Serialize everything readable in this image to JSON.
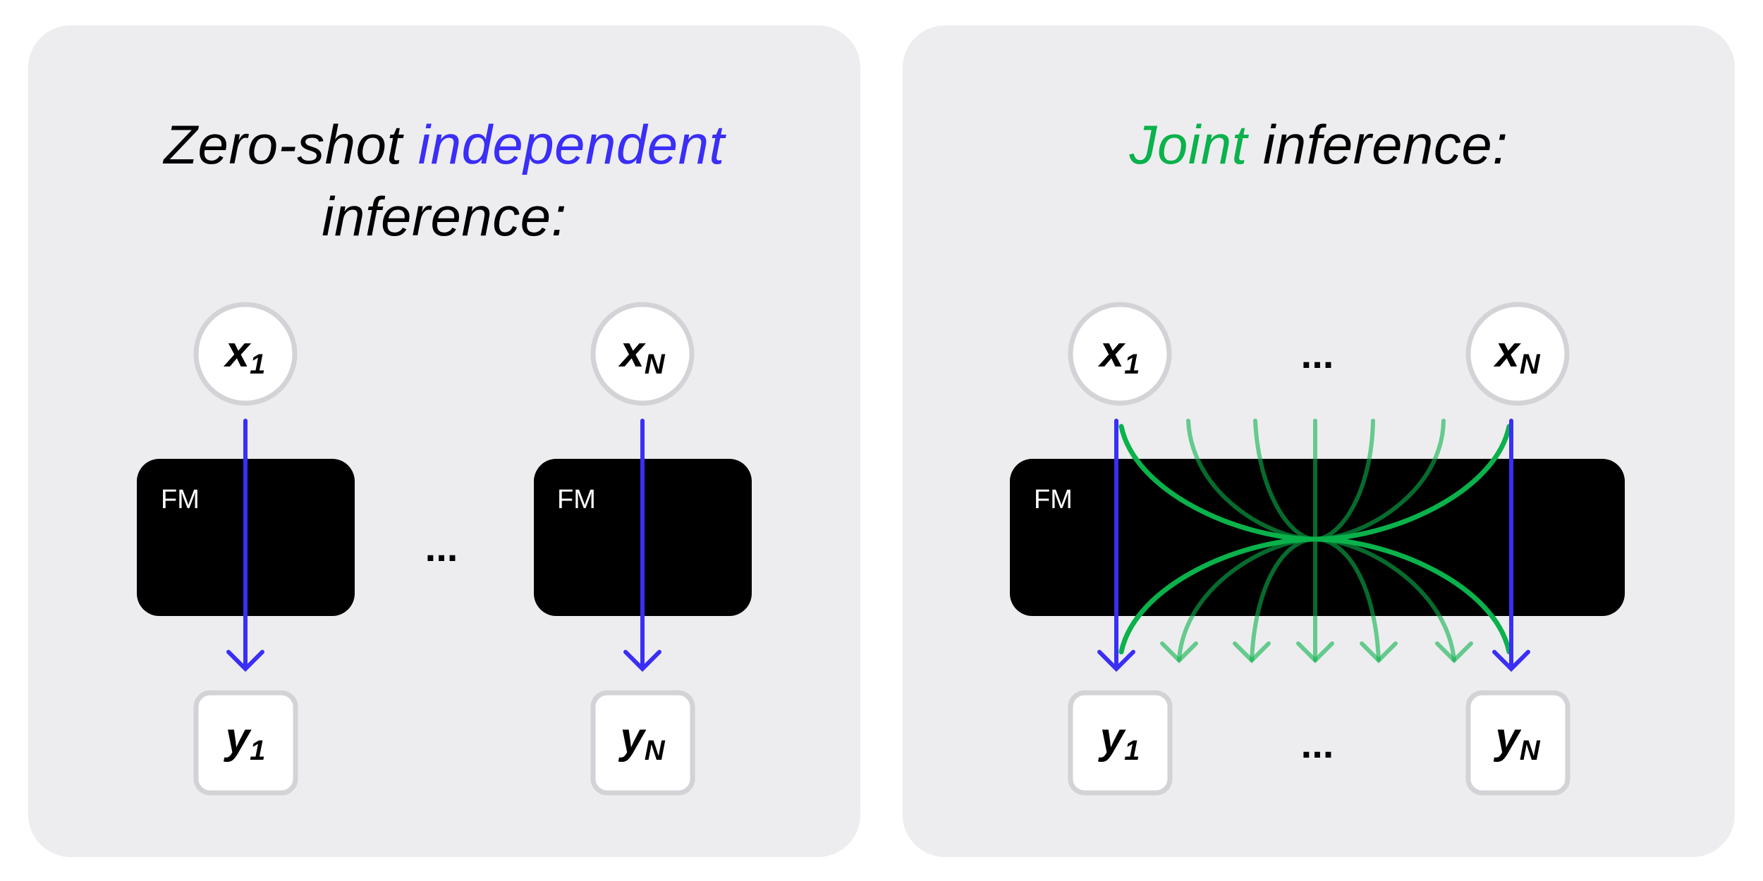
{
  "left_panel": {
    "title_prefix": "Zero-shot ",
    "title_accent": "independent",
    "title_suffix": "inference:",
    "fm_label": "FM",
    "ellipsis": "...",
    "inputs": [
      {
        "var": "x",
        "sub": "1"
      },
      {
        "var": "x",
        "sub": "N"
      }
    ],
    "outputs": [
      {
        "var": "y",
        "sub": "1"
      },
      {
        "var": "y",
        "sub": "N"
      }
    ]
  },
  "right_panel": {
    "title_accent": "Joint",
    "title_suffix": " inference:",
    "fm_label": "FM",
    "ellipsis_inputs": "...",
    "ellipsis_outputs": "...",
    "inputs": [
      {
        "var": "x",
        "sub": "1"
      },
      {
        "var": "x",
        "sub": "N"
      }
    ],
    "outputs": [
      {
        "var": "y",
        "sub": "1"
      },
      {
        "var": "y",
        "sub": "N"
      }
    ]
  },
  "colors": {
    "independent_accent": "#3a2ef7",
    "joint_accent": "#0ab24b",
    "joint_light": "#66cf8f",
    "joint_dark": "#077333",
    "fm_box": "#000000",
    "panel_bg": "#ededef",
    "node_border": "#d3d3d7"
  }
}
